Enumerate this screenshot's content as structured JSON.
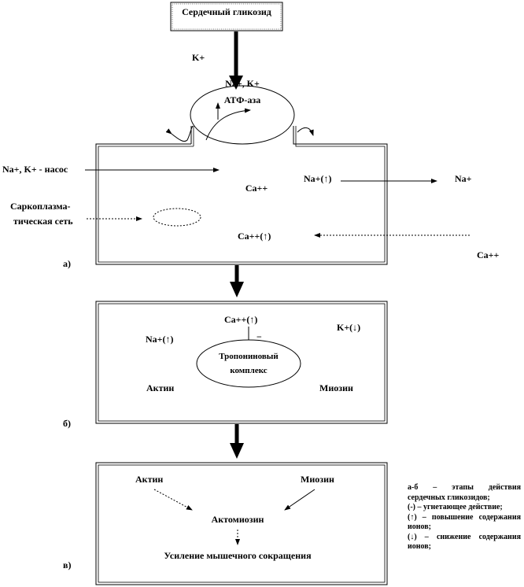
{
  "top_box": "Сердечный гликозид",
  "k_plus_top": "K+",
  "enzyme_line1": "Na+, K+",
  "enzyme_line2": "АТФ-аза",
  "panel_a": {
    "pump_label": "Na+, K+ - насос",
    "ca_center": "Ca++",
    "na_up": "Na+(↑)",
    "na_out": "Na+",
    "sr_line1": "Саркоплазма-",
    "sr_line2": "тическая сеть",
    "ca_up": "Ca++(↑)",
    "ca_out": "Ca++",
    "marker": "а)"
  },
  "panel_b": {
    "ca_up": "Ca++(↑)",
    "minus": "−",
    "na_up": "Na+(↑)",
    "k_down": "K+(↓)",
    "complex_line1": "Тропониновый",
    "complex_line2": "комплекс",
    "actin": "Актин",
    "myosin": "Миозин",
    "marker": "б)"
  },
  "panel_c": {
    "actin": "Актин",
    "myosin": "Миозин",
    "actomyosin": "Актомиозин",
    "result": "Усиление мышечного сокращения",
    "marker": "в)"
  },
  "legend": [
    "а-б – этапы действия сердечных гликозидов;",
    "(-) – угнетающее действие;",
    "(↑) – повышение содержания ионов;",
    "(↓) – снижение содержания ионов;"
  ]
}
